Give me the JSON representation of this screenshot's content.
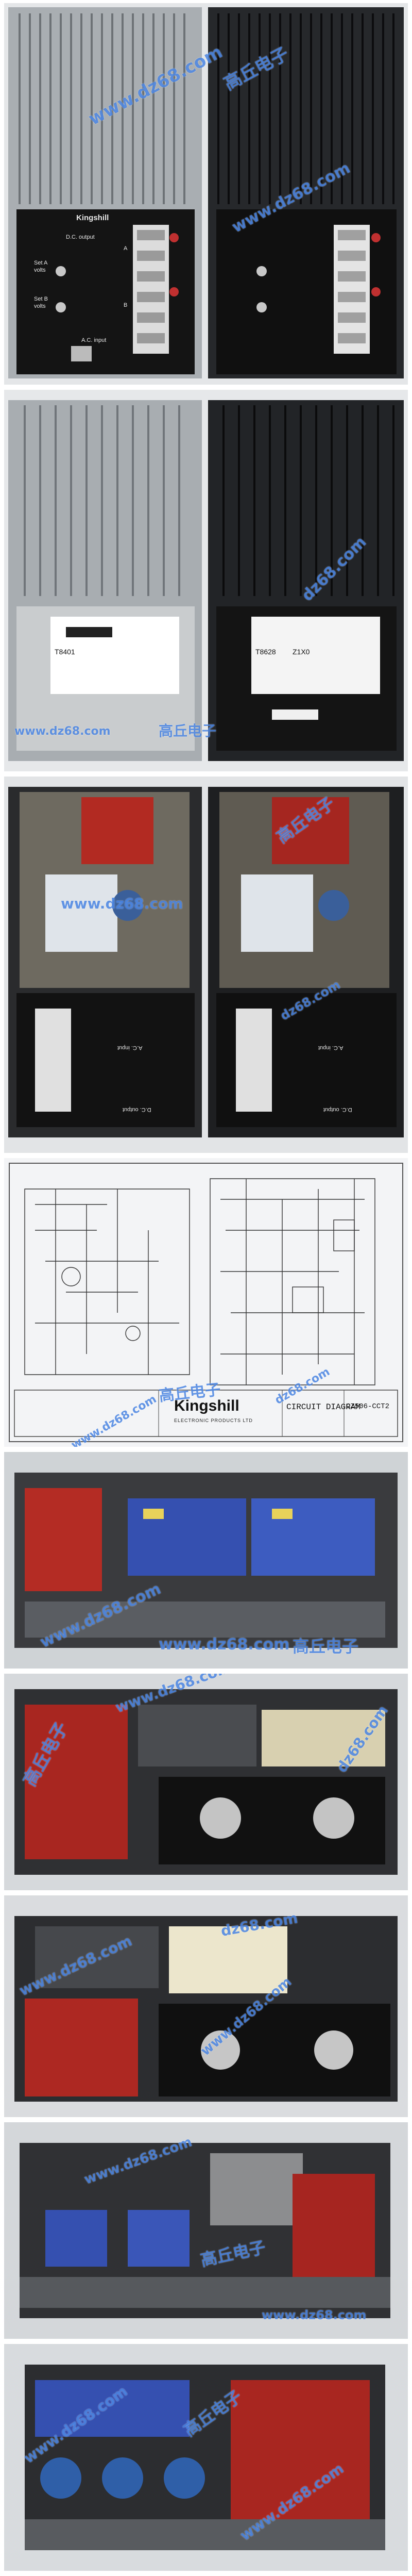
{
  "watermark": {
    "site": "www.dz68.com",
    "site_short": "dz68.com",
    "cn": "高丘电子"
  },
  "front_panel": {
    "brand": "Kingshill",
    "dc_output": "D.C. output",
    "ac_input": "A.C. input",
    "set_a": "Set A",
    "volts": "volts",
    "set_b": "Set B",
    "volts_b": "volts",
    "terminal_a": "A",
    "terminal_b": "B"
  },
  "rear_panel": {
    "label_left": "T8401",
    "label_right": "T8628",
    "label_code": "Z1X0"
  },
  "schematic": {
    "brand": "Kingshill",
    "company": "ELECTRONIC PRODUCTS LTD",
    "title": "CIRCUIT DIAGRAM",
    "drawing_no": "CZ506-CCT2"
  },
  "colors": {
    "watermark": "#2a6edc",
    "chassis_silver": "#9aa0a4",
    "chassis_black": "#1c1d20",
    "transformer_red": "#b22a22",
    "pcb_blue": "#3550b0"
  }
}
